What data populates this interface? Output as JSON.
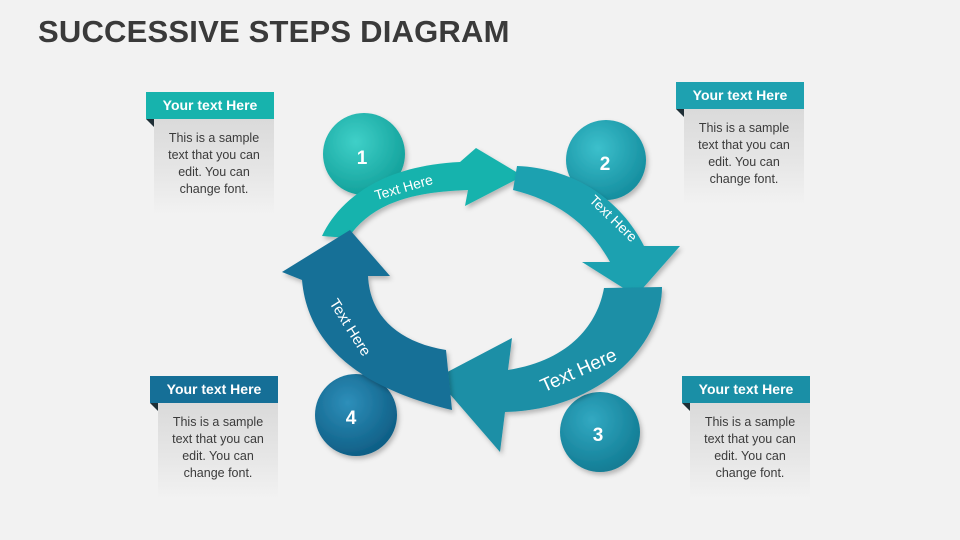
{
  "title": "SUCCESSIVE STEPS DIAGRAM",
  "colors": {
    "step1": "#17b3ad",
    "step2": "#1ea1b0",
    "step3": "#1a8fa6",
    "step4": "#156f97",
    "text_dark": "#3a3a3a"
  },
  "steps": [
    {
      "number": "1",
      "arrow_label": "Text Here"
    },
    {
      "number": "2",
      "arrow_label": "Text Here"
    },
    {
      "number": "3",
      "arrow_label": "Text Here"
    },
    {
      "number": "4",
      "arrow_label": "Text Here"
    }
  ],
  "cards": [
    {
      "heading": "Your text Here",
      "body": [
        "This is a sample",
        "text that you can",
        "edit. You can",
        "change font."
      ]
    },
    {
      "heading": "Your text Here",
      "body": [
        "This is a sample",
        "text that you can",
        "edit. You can",
        "change font."
      ]
    },
    {
      "heading": "Your text Here",
      "body": [
        "This is a sample",
        "text that you can",
        "edit. You can",
        "change font."
      ]
    },
    {
      "heading": "Your text Here",
      "body": [
        "This is a sample",
        "text that you can",
        "edit. You can",
        "change font."
      ]
    }
  ]
}
